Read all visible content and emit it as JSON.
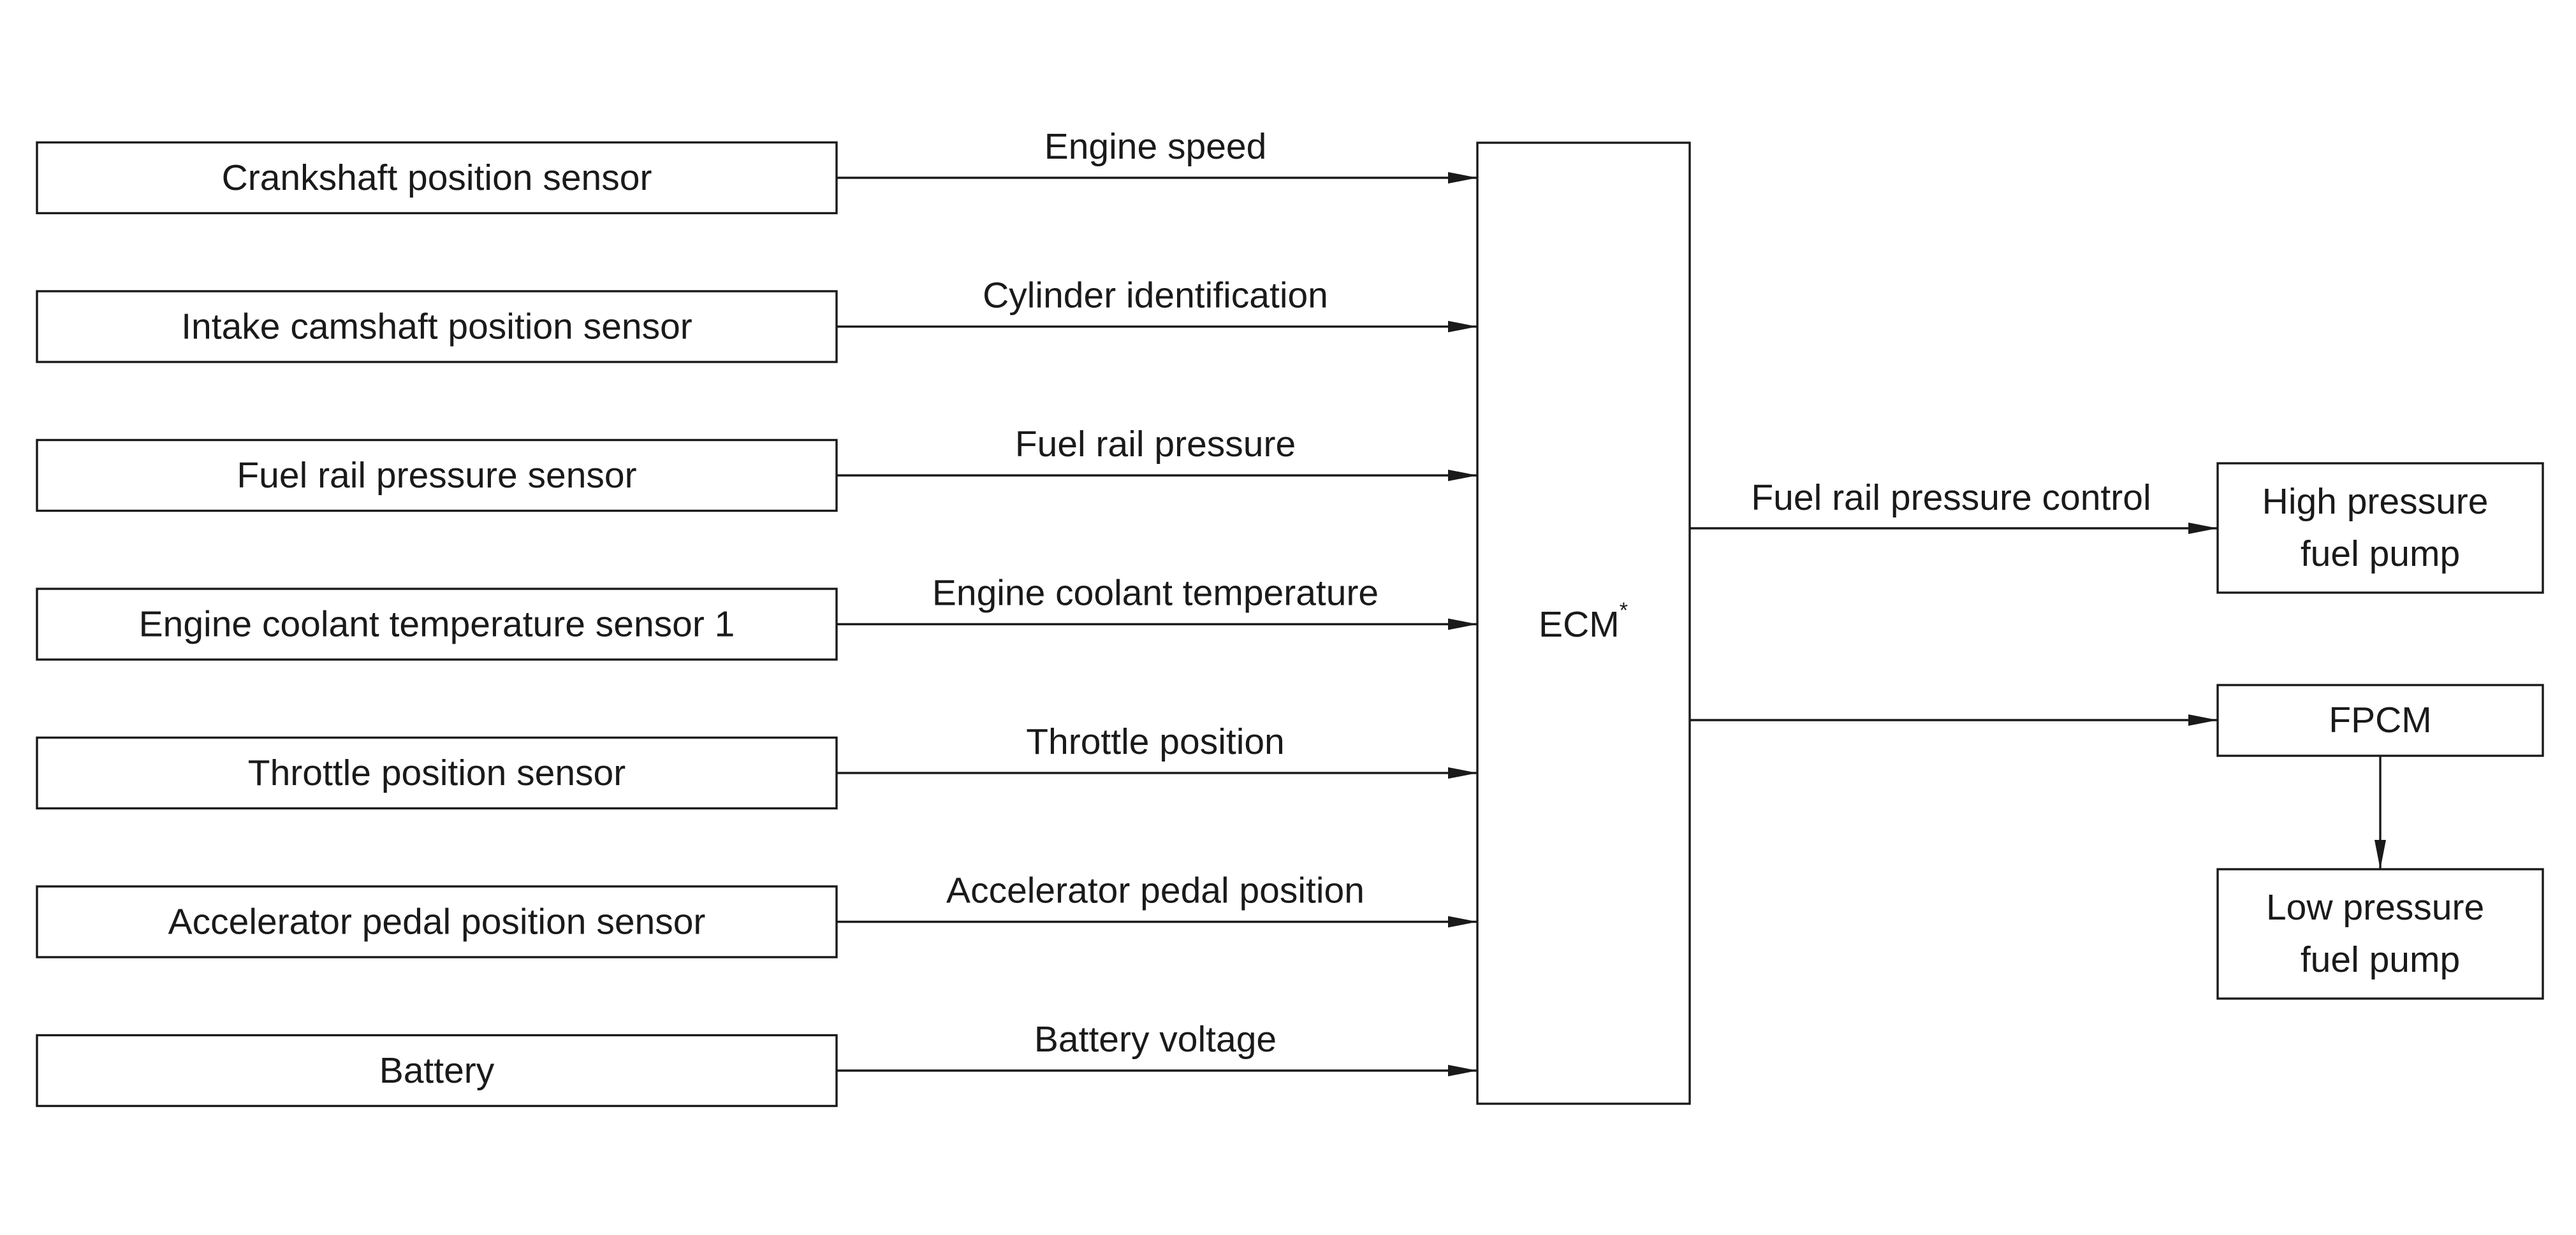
{
  "sensors": [
    {
      "id": "crankshaft",
      "name": "Crankshaft position sensor",
      "signal": "Engine speed"
    },
    {
      "id": "camshaft",
      "name": "Intake camshaft position sensor",
      "signal": "Cylinder identification"
    },
    {
      "id": "fuel-rail",
      "name": "Fuel rail pressure sensor",
      "signal": "Fuel rail pressure"
    },
    {
      "id": "coolant",
      "name": "Engine coolant temperature sensor 1",
      "signal": "Engine coolant temperature"
    },
    {
      "id": "throttle",
      "name": "Throttle position sensor",
      "signal": "Throttle position"
    },
    {
      "id": "accelerator",
      "name": "Accelerator pedal position sensor",
      "signal": "Accelerator pedal position"
    },
    {
      "id": "battery",
      "name": "Battery",
      "signal": "Battery voltage"
    }
  ],
  "ecm": {
    "label": "ECM",
    "superscript": "*"
  },
  "outputs": {
    "hp_pump": {
      "line1": "High pressure",
      "line2": "fuel pump",
      "signal": "Fuel rail pressure control"
    },
    "fpcm": {
      "label": "FPCM"
    },
    "lp_pump": {
      "line1": "Low pressure",
      "line2": "fuel pump"
    }
  }
}
